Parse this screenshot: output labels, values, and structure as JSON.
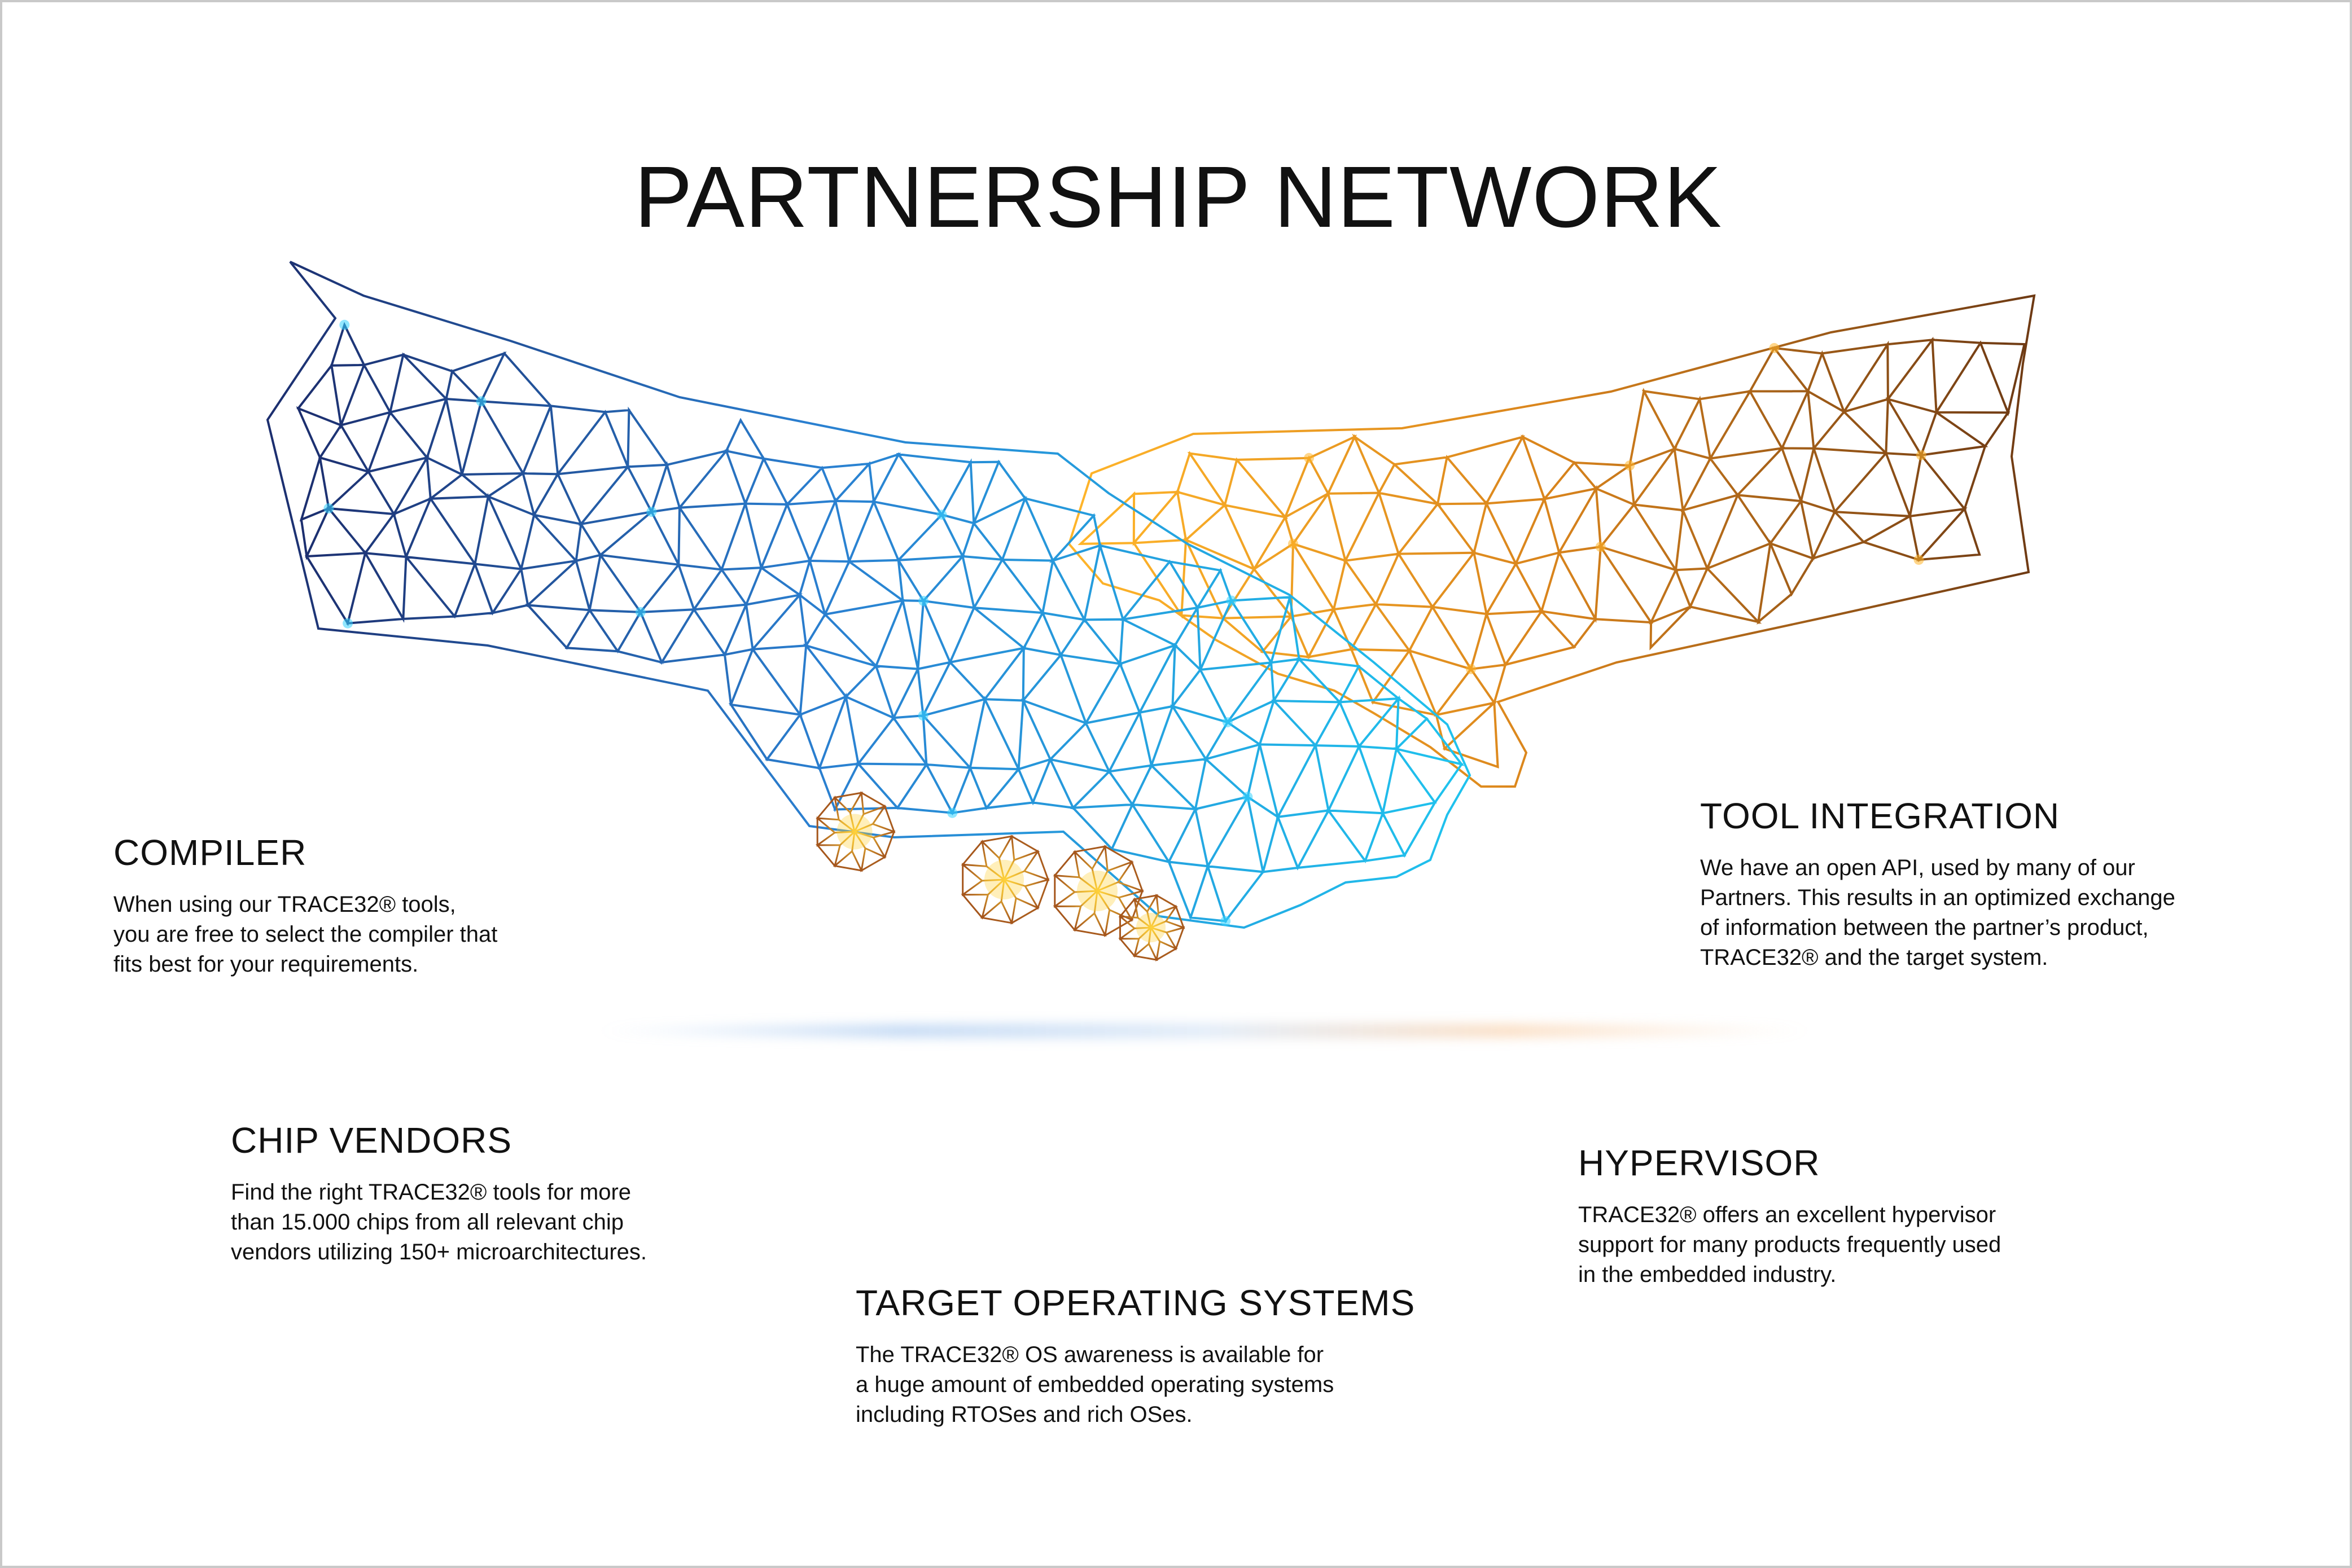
{
  "title": "PARTNERSHIP NETWORK",
  "colors": {
    "left_hand_dark": "#1c2e6e",
    "left_hand_mid": "#2a7fd0",
    "left_hand_light": "#1fc3ee",
    "right_hand_dark": "#6e3a14",
    "right_hand_mid": "#d9841c",
    "right_hand_light": "#ffb52a",
    "text": "#111111",
    "border": "#c9c9c9"
  },
  "illustration": {
    "icon": "polygonal-handshake-icon"
  },
  "sections": {
    "compiler": {
      "heading": "COMPILER",
      "lines": [
        "When using our TRACE32® tools,",
        "you are free to select the compiler that",
        "fits best for your requirements."
      ]
    },
    "tool_integration": {
      "heading": "TOOL INTEGRATION",
      "lines": [
        "We have an open API, used by many of our",
        "Partners. This results in an optimized exchange",
        "of information between the partner’s product,",
        "TRACE32® and the target system."
      ]
    },
    "chip_vendors": {
      "heading": "CHIP VENDORS",
      "lines": [
        "Find the right TRACE32® tools for more",
        "than 15.000 chips from all relevant chip",
        "vendors utilizing 150+ microarchitectures."
      ]
    },
    "hypervisor": {
      "heading": "HYPERVISOR",
      "lines": [
        "TRACE32® offers an excellent hypervisor",
        "support for many products frequently used",
        "in the embedded industry."
      ]
    },
    "target_os": {
      "heading": "TARGET OPERATING SYSTEMS",
      "lines": [
        "The TRACE32® OS awareness is available for",
        "a huge amount of embedded operating systems",
        "including RTOSes and rich OSes."
      ]
    }
  }
}
